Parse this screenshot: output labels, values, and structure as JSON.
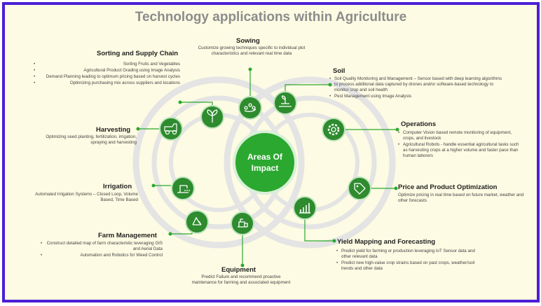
{
  "title": "Technology applications within Agriculture",
  "hub": {
    "line1": "Areas Of",
    "line2": "Impact"
  },
  "colors": {
    "frame": "#4b1fd6",
    "background": "#fdfbe3",
    "green": "#2ba82f",
    "icon_green": "#2e8b2e",
    "ring": "#d6d6d6"
  },
  "sections": {
    "sowing": {
      "title": "Sowing",
      "body": "Customize growing techniques specific to individual plot characteristics and relevant real time data"
    },
    "sorting": {
      "title": "Sorting and Supply Chain",
      "items": [
        "Sorting Fruits and Vegetables",
        "Agricultural Product Grading using Image Analysis",
        "Demand Planning leading to optimum pricing based on harvest cycles",
        "Optimizing purchasing mix across suppliers and locations"
      ]
    },
    "soil": {
      "title": "Soil",
      "items": [
        "Soil Quality Monitoring and Management – Sensor based with deep learning algorithms to process additional data captured by drones and/or software-based technology to monitor crop and soil health",
        "Pest Management using Image Analysis"
      ]
    },
    "harvesting": {
      "title": "Harvesting",
      "body": "Optimizing seed planting, fertilization, irrigation, spraying and harvesting"
    },
    "operations": {
      "title": "Operations",
      "items": [
        "Computer Vision based remote monitoring of equipment, crops, and livestock",
        "Agricultural Robots - handle essential agricultural tasks such as harvesting crops at a higher volume and faster pace than human laborers"
      ]
    },
    "irrigation": {
      "title": "Irrigation",
      "body": "Automated Irrigation Systems – Closed Loop, Volume Based, Time Based"
    },
    "price": {
      "title": "Price and Product Optimization",
      "body": "Optimize pricing in real time based on future market, weather and other forecasts"
    },
    "farm": {
      "title": "Farm Management",
      "items": [
        "Construct detailed map of farm characteristic leveraging GIS and Aerial Data",
        "Automation and Robotics for Weed Control"
      ]
    },
    "yield": {
      "title": "Yield Mapping and Forecasting",
      "items": [
        "Predict yield for farming or production leveraging IoT Sensor data and other relevant data",
        "Predict new high-value crop strains based on past crops, weather/soil trends and other data"
      ]
    },
    "equipment": {
      "title": "Equipment",
      "body": "Predict Failure and recommend proactive maintenance for farming and associated equipment"
    }
  },
  "icons": [
    "sprout-icon",
    "seed-hand-icon",
    "soil-icon",
    "harvester-icon",
    "gear-icon",
    "price-tag-icon",
    "irrigation-icon",
    "recycle-icon",
    "yield-chart-icon",
    "equipment-icon"
  ]
}
